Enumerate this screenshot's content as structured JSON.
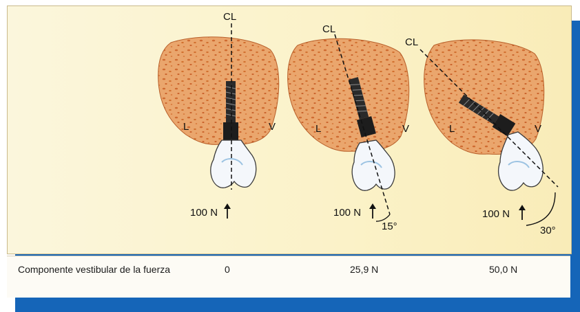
{
  "panels": [
    {
      "cl_label": "CL",
      "left_label": "L",
      "right_label": "V",
      "force_label": "100 N",
      "angle_label": ""
    },
    {
      "cl_label": "CL",
      "left_label": "L",
      "right_label": "V",
      "force_label": "100 N",
      "angle_label": "15°"
    },
    {
      "cl_label": "CL",
      "left_label": "L",
      "right_label": "V",
      "force_label": "100 N",
      "angle_label": "30°"
    }
  ],
  "table": {
    "label": "Componente vestibular de la fuerza",
    "values": [
      "0",
      "25,9 N",
      "50,0 N"
    ]
  },
  "colors": {
    "bone": "#e8a36a",
    "bone_dots": "#d0672e",
    "implant": "#2a2a2a",
    "crown": "#f4f7fb",
    "blue_band": "#1565b8"
  }
}
